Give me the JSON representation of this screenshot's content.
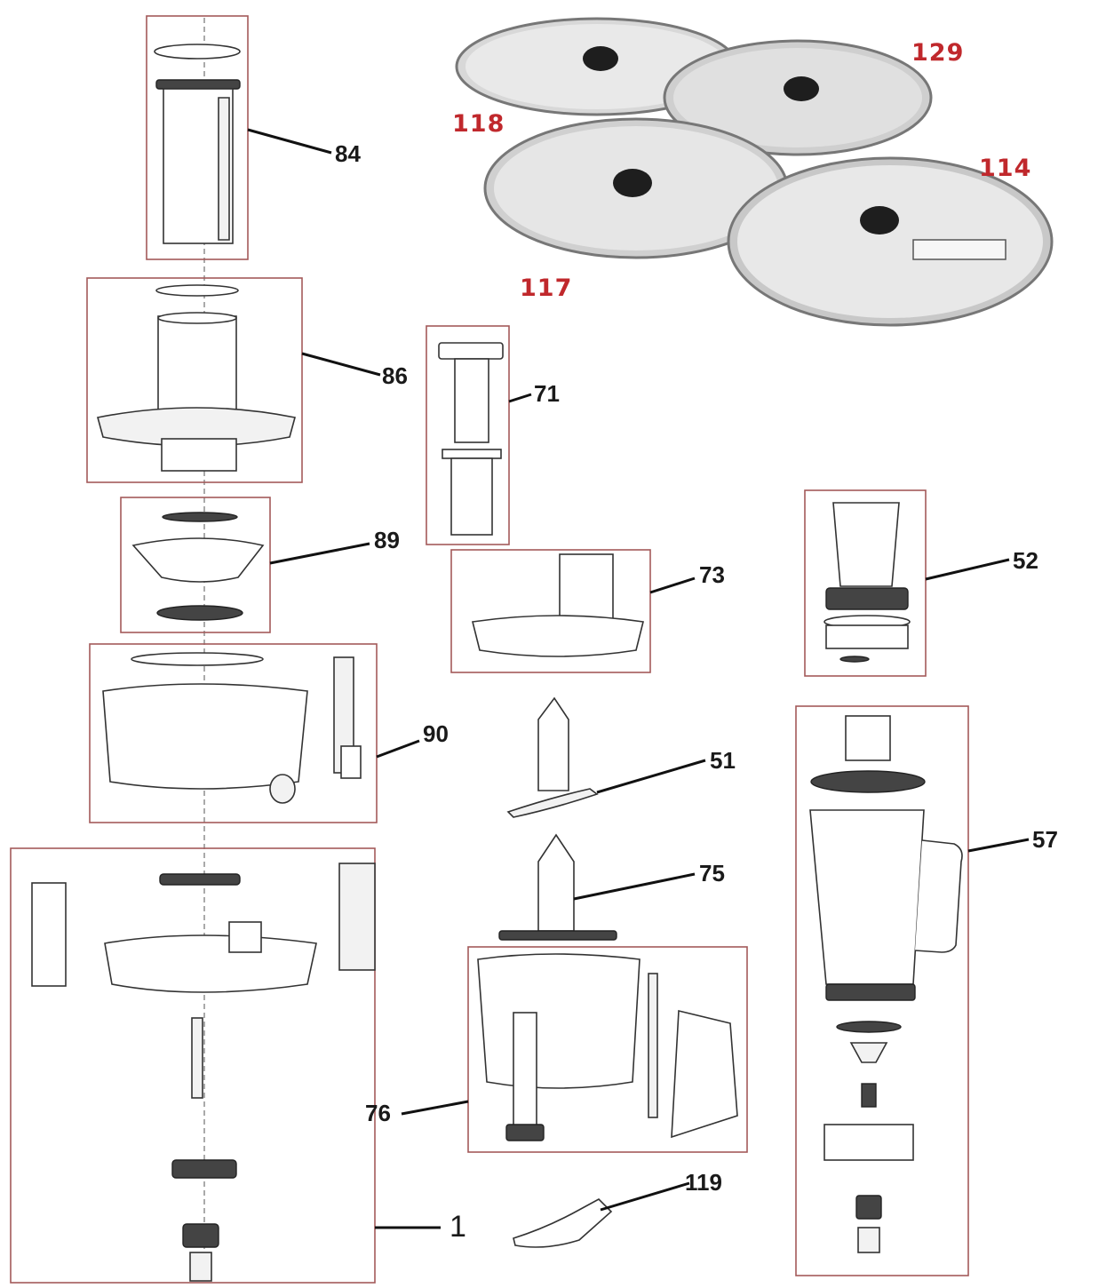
{
  "diagram": {
    "labels": {
      "p84": "84",
      "p86": "86",
      "p89": "89",
      "p90": "90",
      "p1": "1",
      "p71": "71",
      "p73": "73",
      "p51": "51",
      "p75": "75",
      "p76": "76",
      "p119": "119",
      "p52": "52",
      "p57": "57",
      "p118": "118",
      "p129": "129",
      "p117": "117",
      "p114": "114"
    },
    "colors": {
      "callout_red": "#c0282c",
      "box_outline": "#a35a5a",
      "line": "#111111"
    }
  }
}
